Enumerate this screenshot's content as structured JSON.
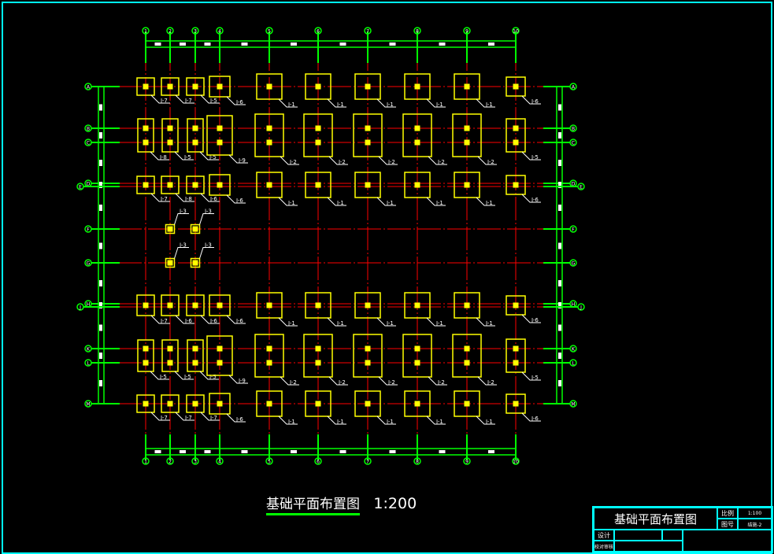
{
  "drawing": {
    "title": "基础平面布置图",
    "scale": "1:200",
    "column_axes": [
      "1",
      "2",
      "3",
      "4",
      "5",
      "6",
      "7",
      "8",
      "9",
      "10"
    ],
    "row_axes": [
      "M",
      "L",
      "K",
      "J",
      "H",
      "G",
      "F",
      "E",
      "D",
      "C",
      "B",
      "A"
    ],
    "footing_rows": [
      {
        "labels": [
          "J-7",
          "J-7",
          "J-5",
          "J-6",
          "J-1",
          "J-1",
          "J-1",
          "J-1",
          "J-1",
          "J-6"
        ]
      },
      {
        "labels": [
          "J-8",
          "J-5",
          "J-5",
          "J-9",
          "J-2",
          "J-2",
          "J-2",
          "J-2",
          "J-2",
          "J-5"
        ]
      },
      {
        "labels": [
          "J-7",
          "J-8",
          "J-6",
          "J-6",
          "J-1",
          "J-1",
          "J-1",
          "J-1",
          "J-1",
          "J-6"
        ]
      },
      {
        "labels": [
          "J-3",
          "J-3"
        ]
      },
      {
        "labels": [
          "J-3",
          "J-3"
        ]
      },
      {
        "labels": [
          "J-7",
          "J-6",
          "J-6",
          "J-6",
          "J-1",
          "J-1",
          "J-1",
          "J-1",
          "J-1",
          "J-6"
        ]
      },
      {
        "labels": [
          "J-5",
          "J-5",
          "J-5",
          "J-9",
          "J-2",
          "J-2",
          "J-2",
          "J-2",
          "J-2",
          "J-5"
        ]
      },
      {
        "labels": [
          "J-7",
          "J-7",
          "J-7",
          "J-6",
          "J-1",
          "J-1",
          "J-1",
          "J-1",
          "J-1",
          "J-6"
        ]
      }
    ]
  },
  "title_block": {
    "title": "基础平面布置图",
    "scale_label": "比例",
    "scale_value": "1:100",
    "drawing_no_label": "图号",
    "drawing_no_value": "结施-2",
    "design_label": "设计",
    "checker_label": "校对审核"
  }
}
